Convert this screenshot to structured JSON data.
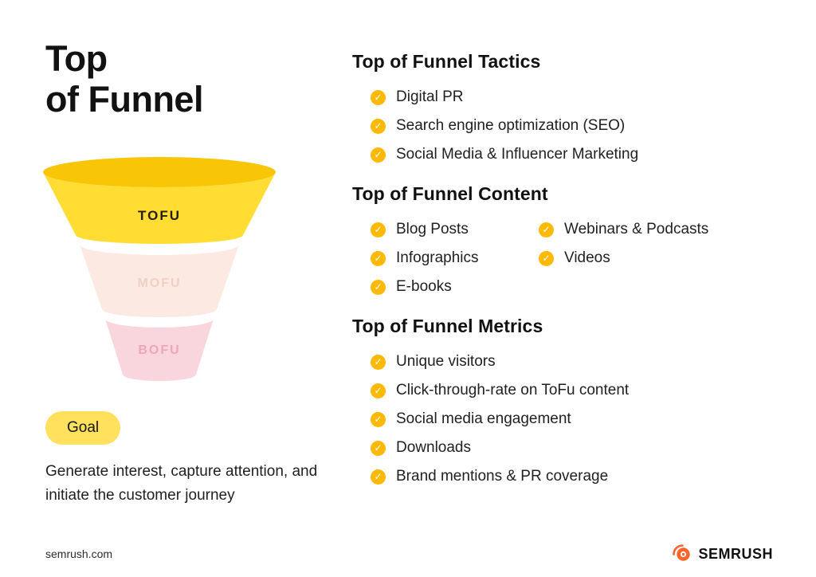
{
  "page": {
    "title_line1": "Top",
    "title_line2": "of Funnel",
    "footer": "semrush.com",
    "brand": "SEMRUSH"
  },
  "funnel": {
    "segments": [
      {
        "label": "TOFU",
        "fill": "#FFDD33",
        "opening_fill": "#F8C606",
        "label_color": "#231d0b"
      },
      {
        "label": "MOFU",
        "fill": "#FCEAE2",
        "label_color": "#F0CFC5"
      },
      {
        "label": "BOFU",
        "fill": "#F9D6DE",
        "label_color": "#EFA5BA"
      }
    ],
    "goal": {
      "badge": "Goal",
      "description": "Generate interest, capture attention, and initiate the customer journey"
    }
  },
  "sections": [
    {
      "title": "Top of Funnel Tactics",
      "items": [
        "Digital PR",
        "Search engine optimization (SEO)",
        "Social Media & Influencer Marketing"
      ]
    },
    {
      "title": "Top of Funnel Content",
      "items_col1": [
        "Blog Posts",
        "Infographics",
        "E-books"
      ],
      "items_col2": [
        "Webinars & Podcasts",
        "Videos"
      ]
    },
    {
      "title": "Top of Funnel Metrics",
      "items": [
        "Unique visitors",
        "Click-through-rate on ToFu content",
        "Social media engagement",
        "Downloads",
        "Brand mentions & PR coverage"
      ]
    }
  ],
  "colors": {
    "bullet": "#FFB900",
    "accent_orange": "#FF642D",
    "goal_bg": "#FFE15E"
  }
}
